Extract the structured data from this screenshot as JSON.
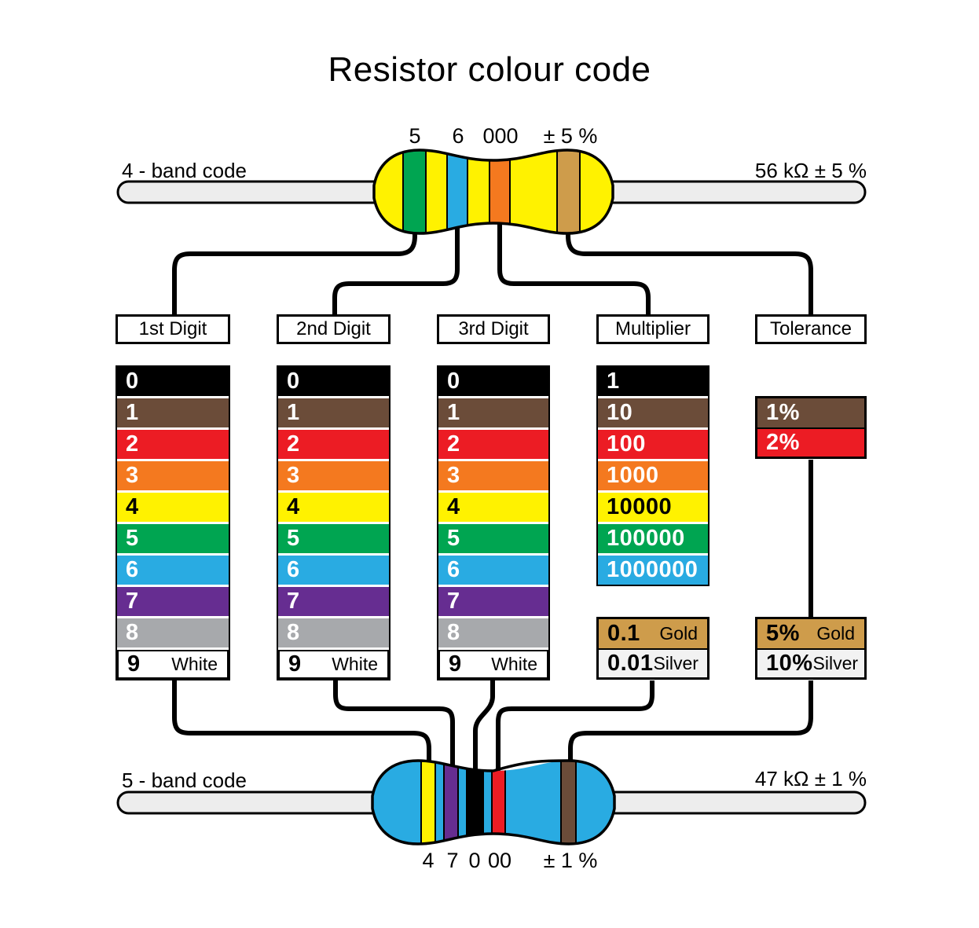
{
  "title": "Resistor colour code",
  "headers": [
    "1st Digit",
    "2nd Digit",
    "3rd Digit",
    "Multiplier",
    "Tolerance"
  ],
  "top_resistor": {
    "label_left": "4 - band code",
    "label_right": "56 kΩ ± 5 %",
    "band_labels": [
      "5",
      "6",
      "000",
      "± 5 %"
    ],
    "bands": [
      "green",
      "blue",
      "orange",
      "gold"
    ],
    "body_color_name": "yellow"
  },
  "bottom_resistor": {
    "label_left": "5 - band code",
    "label_right": "47 kΩ ± 1 %",
    "band_labels": [
      "4",
      "7",
      "0",
      "00",
      "± 1 %"
    ],
    "bands": [
      "yellow",
      "violet",
      "black",
      "red",
      "brown"
    ],
    "body_color_name": "blue"
  },
  "digit_rows": [
    {
      "digit": "0",
      "color_name": "black",
      "bg": "#000000",
      "fg": "#FFFFFF"
    },
    {
      "digit": "1",
      "color_name": "brown",
      "bg": "#6B4C39",
      "fg": "#FFFFFF"
    },
    {
      "digit": "2",
      "color_name": "red",
      "bg": "#EC1C24",
      "fg": "#FFFFFF"
    },
    {
      "digit": "3",
      "color_name": "orange",
      "bg": "#F4791F",
      "fg": "#FFFFFF"
    },
    {
      "digit": "4",
      "color_name": "yellow",
      "bg": "#FFF200",
      "fg": "#000000"
    },
    {
      "digit": "5",
      "color_name": "green",
      "bg": "#00A551",
      "fg": "#FFFFFF"
    },
    {
      "digit": "6",
      "color_name": "blue",
      "bg": "#29ABE2",
      "fg": "#FFFFFF"
    },
    {
      "digit": "7",
      "color_name": "violet",
      "bg": "#662D91",
      "fg": "#FFFFFF"
    },
    {
      "digit": "8",
      "color_name": "grey",
      "bg": "#A7A9AC",
      "fg": "#FFFFFF"
    },
    {
      "digit": "9",
      "color_name": "white",
      "bg": "#FFFFFF",
      "fg": "#000000",
      "label": "White",
      "bordered": true
    }
  ],
  "multiplier_rows": [
    {
      "value": "1",
      "color_name": "black",
      "bg": "#000000",
      "fg": "#FFFFFF"
    },
    {
      "value": "10",
      "color_name": "brown",
      "bg": "#6B4C39",
      "fg": "#FFFFFF"
    },
    {
      "value": "100",
      "color_name": "red",
      "bg": "#EC1C24",
      "fg": "#FFFFFF"
    },
    {
      "value": "1000",
      "color_name": "orange",
      "bg": "#F4791F",
      "fg": "#FFFFFF"
    },
    {
      "value": "10000",
      "color_name": "yellow",
      "bg": "#FFF200",
      "fg": "#000000"
    },
    {
      "value": "100000",
      "color_name": "green",
      "bg": "#00A551",
      "fg": "#FFFFFF"
    },
    {
      "value": "1000000",
      "color_name": "blue",
      "bg": "#29ABE2",
      "fg": "#FFFFFF"
    }
  ],
  "multiplier_extra": [
    {
      "value": "0.1",
      "label": "Gold",
      "color_name": "gold",
      "bg": "#CE9C4B",
      "fg": "#000000"
    },
    {
      "value": "0.01",
      "label": "Silver",
      "color_name": "silver",
      "bg": "#F2F2F2",
      "fg": "#000000"
    }
  ],
  "tolerance_rows": [
    {
      "value": "1%",
      "color_name": "brown",
      "bg": "#6B4C39",
      "fg": "#FFFFFF"
    },
    {
      "value": "2%",
      "color_name": "red",
      "bg": "#EC1C24",
      "fg": "#FFFFFF"
    }
  ],
  "tolerance_extra": [
    {
      "value": "5%",
      "label": "Gold",
      "color_name": "gold",
      "bg": "#CE9C4B",
      "fg": "#000000"
    },
    {
      "value": "10%",
      "label": "Silver",
      "color_name": "silver",
      "bg": "#F2F2F2",
      "fg": "#000000"
    }
  ],
  "colors": {
    "black": "#000000",
    "brown": "#6B4C39",
    "red": "#EC1C24",
    "orange": "#F4791F",
    "yellow": "#FFF200",
    "green": "#00A551",
    "blue": "#29ABE2",
    "violet": "#662D91",
    "grey": "#A7A9AC",
    "white": "#FFFFFF",
    "gold": "#CE9C4B",
    "silver": "#F2F2F2",
    "lead": "#EDEDED",
    "outline": "#000000"
  }
}
